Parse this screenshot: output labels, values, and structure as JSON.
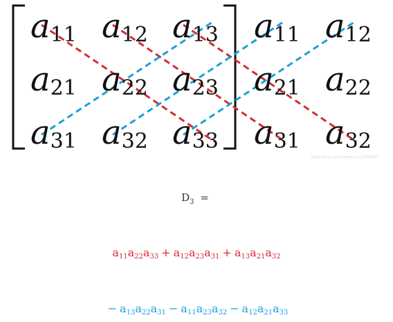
{
  "colors": {
    "positive": "#d62b34",
    "negative": "#1aa0d8",
    "ink": "#111111"
  },
  "matrix": {
    "rows": [
      [
        {
          "base": "a",
          "sub": "11"
        },
        {
          "base": "a",
          "sub": "12"
        },
        {
          "base": "a",
          "sub": "13"
        }
      ],
      [
        {
          "base": "a",
          "sub": "21"
        },
        {
          "base": "a",
          "sub": "22"
        },
        {
          "base": "a",
          "sub": "23"
        }
      ],
      [
        {
          "base": "a",
          "sub": "31"
        },
        {
          "base": "a",
          "sub": "32"
        },
        {
          "base": "a",
          "sub": "33"
        }
      ]
    ],
    "extra_rows": [
      [
        {
          "base": "a",
          "sub": "11"
        },
        {
          "base": "a",
          "sub": "12"
        }
      ],
      [
        {
          "base": "a",
          "sub": "21"
        },
        {
          "base": "a",
          "sub": "22"
        }
      ],
      [
        {
          "base": "a",
          "sub": "31"
        },
        {
          "base": "a",
          "sub": "32"
        }
      ]
    ]
  },
  "watermark": "https://blog.csdn.net/weixin_43837867",
  "determinant": {
    "label": "D",
    "label_sub": "3",
    "equals": "=",
    "positive_terms": [
      {
        "sign": "",
        "factors": [
          {
            "base": "a",
            "sub": "11"
          },
          {
            "base": "a",
            "sub": "22"
          },
          {
            "base": "a",
            "sub": "33"
          }
        ]
      },
      {
        "sign": "+",
        "factors": [
          {
            "base": "a",
            "sub": "12"
          },
          {
            "base": "a",
            "sub": "23"
          },
          {
            "base": "a",
            "sub": "31"
          }
        ]
      },
      {
        "sign": "+",
        "factors": [
          {
            "base": "a",
            "sub": "13"
          },
          {
            "base": "a",
            "sub": "21"
          },
          {
            "base": "a",
            "sub": "32"
          }
        ]
      }
    ],
    "negative_terms": [
      {
        "sign": "−",
        "factors": [
          {
            "base": "a",
            "sub": "13"
          },
          {
            "base": "a",
            "sub": "22"
          },
          {
            "base": "a",
            "sub": "31"
          }
        ]
      },
      {
        "sign": "−",
        "factors": [
          {
            "base": "a",
            "sub": "11"
          },
          {
            "base": "a",
            "sub": "23"
          },
          {
            "base": "a",
            "sub": "32"
          }
        ]
      },
      {
        "sign": "−",
        "factors": [
          {
            "base": "a",
            "sub": "12"
          },
          {
            "base": "a",
            "sub": "21"
          },
          {
            "base": "a",
            "sub": "33"
          }
        ]
      }
    ]
  }
}
